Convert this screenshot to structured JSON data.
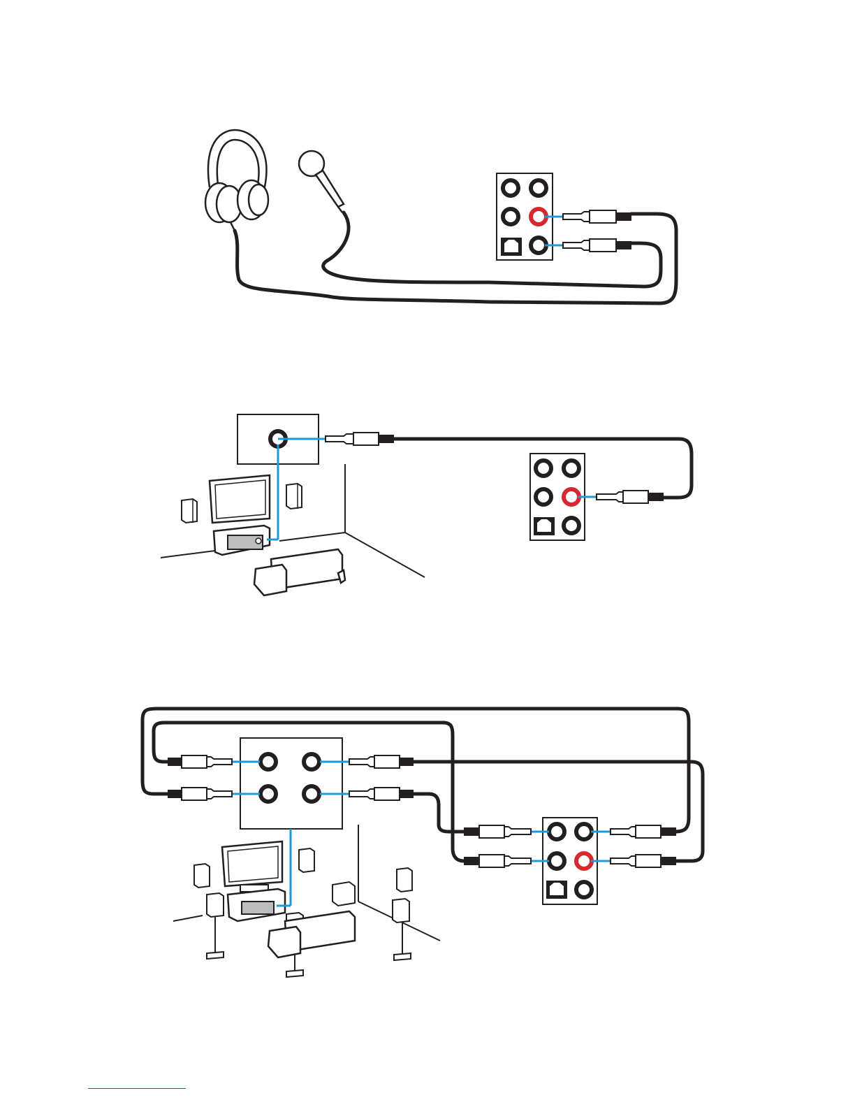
{
  "diagrams": [
    {
      "id": "headphone-mic-connection",
      "items": [
        "headphone",
        "microphone",
        "audio-jack-panel"
      ]
    },
    {
      "id": "stereo-speaker-connection",
      "items": [
        "amplifier-input",
        "tv",
        "speakers",
        "sofa",
        "audio-jack-panel"
      ]
    },
    {
      "id": "surround-speaker-connection",
      "items": [
        "amplifier-inputs",
        "tv",
        "speakers",
        "sofa",
        "audio-jack-panel"
      ]
    }
  ],
  "colors": {
    "line": "#231f20",
    "cable": "#231f20",
    "signal": "#1a9bd7",
    "jack_red": "#d7282f",
    "footer_rule": "#1f4fd8"
  }
}
